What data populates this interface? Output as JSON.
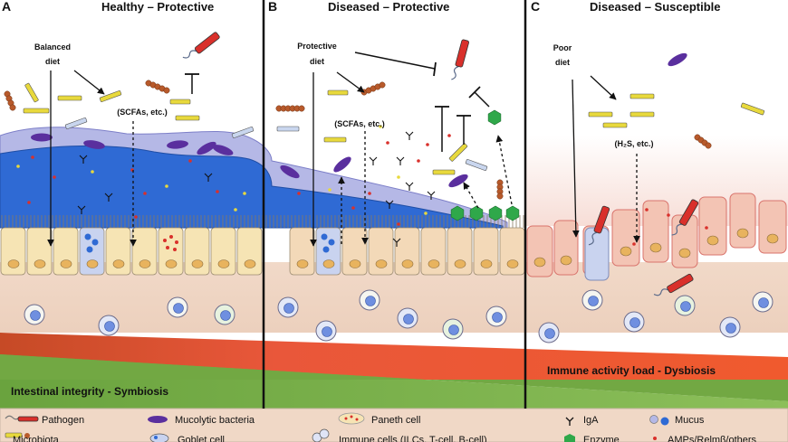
{
  "panels": {
    "a": {
      "letter": "A",
      "title": "Healthy – Protective",
      "diet": [
        "Balanced",
        "diet"
      ],
      "metabolite": "(SCFAs, etc.)"
    },
    "b": {
      "letter": "B",
      "title": "Diseased – Protective",
      "diet": [
        "Protective",
        "diet"
      ],
      "metabolite": "(SCFAs, etc.)"
    },
    "c": {
      "letter": "C",
      "title": "Diseased – Susceptible",
      "diet": [
        "Poor",
        "diet"
      ],
      "metabolite": "(H₂S, etc.)"
    }
  },
  "bars": {
    "integrity": "Intestinal integrity - Symbiosis",
    "immune": "Immune activity load - Dysbiosis"
  },
  "legend": [
    {
      "icon": "pathogen-icon",
      "label": "Pathogen"
    },
    {
      "icon": "mucolytic-bacteria-icon",
      "label": "Mucolytic bacteria"
    },
    {
      "icon": "paneth-cell-icon",
      "label": "Paneth cell"
    },
    {
      "icon": "iga-icon",
      "label": "IgA"
    },
    {
      "icon": "mucus-icon",
      "label": "Mucus"
    },
    {
      "icon": "microbiota-icon",
      "label": "Microbiota"
    },
    {
      "icon": "goblet-cell-icon",
      "label": "Goblet cell"
    },
    {
      "icon": "immune-cells-icon",
      "label": "Immune cells (ILCs, T-cell, B-cell)"
    },
    {
      "icon": "enzyme-icon",
      "label": "Enzyme"
    },
    {
      "icon": "amp-icon",
      "label": "AMPs/Relmβ/others"
    }
  ],
  "colors": {
    "lumen": "#ffffff",
    "outer_mucus": "#b5b8e6",
    "inner_mucus": "#2f6ad4",
    "epithelium_healthy": "#f6e4b4",
    "epithelium_diseased": "#f3c4b4",
    "lamina_propria": "#f1d6c4",
    "symbiosis_bar": "#72a843",
    "dysbiosis_bar": "#e9573a",
    "mucolytic_bacteria": "#5a2f9e",
    "microbiota_rod": "#e8d93c",
    "pathogen": "#d9302b",
    "enzyme": "#2fa84a"
  }
}
